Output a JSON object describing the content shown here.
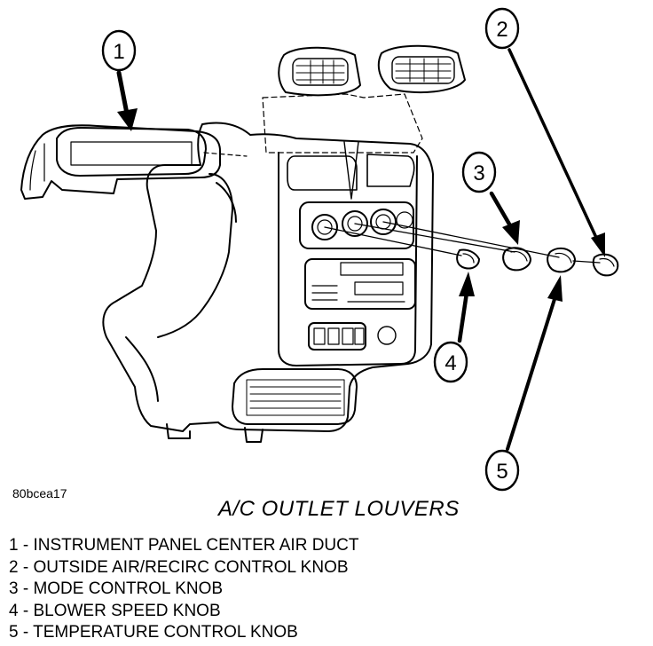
{
  "figure": {
    "id": "80bcea17",
    "title": "A/C OUTLET LOUVERS",
    "callouts": [
      "1",
      "2",
      "3",
      "4",
      "5"
    ],
    "legend": [
      "1 - INSTRUMENT PANEL CENTER AIR DUCT",
      "2 - OUTSIDE AIR/RECIRC CONTROL KNOB",
      "3 - MODE CONTROL KNOB",
      "4 - BLOWER SPEED KNOB",
      "5 - TEMPERATURE CONTROL KNOB"
    ]
  }
}
